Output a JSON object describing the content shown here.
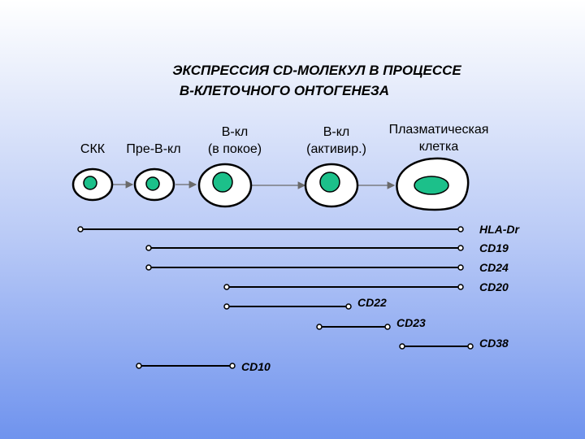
{
  "title": {
    "line1": "ЭКСПРЕССИЯ CD-МОЛЕКУЛ В ПРОЦЕССЕ",
    "line2": "В-КЛЕТОЧНОГО ОНТОГЕНЕЗА"
  },
  "stages": [
    {
      "line1": "СКК",
      "line2": ""
    },
    {
      "line1": "Пре-В-кл",
      "line2": ""
    },
    {
      "line1": "В-кл",
      "line2": "(в покое)"
    },
    {
      "line1": "В-кл",
      "line2": "(активир.)"
    },
    {
      "line1": "Плазматическая",
      "line2": "клетка"
    }
  ],
  "markers": [
    {
      "name": "HLA-Dr"
    },
    {
      "name": "CD19"
    },
    {
      "name": "CD24"
    },
    {
      "name": "CD20"
    },
    {
      "name": "CD22"
    },
    {
      "name": "CD23"
    },
    {
      "name": "CD38"
    },
    {
      "name": "CD10"
    }
  ],
  "colors": {
    "nucleus": "#1cc08a",
    "cell_fill": "#ffffff",
    "outline": "#000000"
  }
}
